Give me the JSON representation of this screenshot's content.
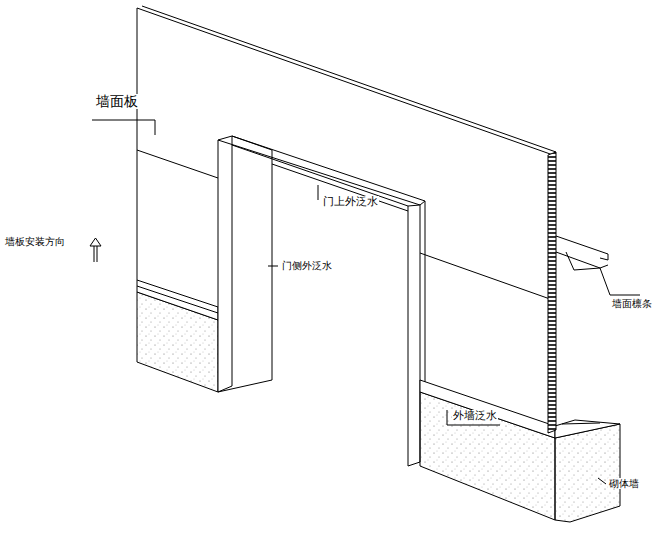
{
  "diagram": {
    "labels": [
      "墙面板",
      "墙板安装方向",
      "门上外泛水",
      "门侧外泛水",
      "墙面檩条",
      "外墙泛水",
      "砌体墙"
    ]
  }
}
